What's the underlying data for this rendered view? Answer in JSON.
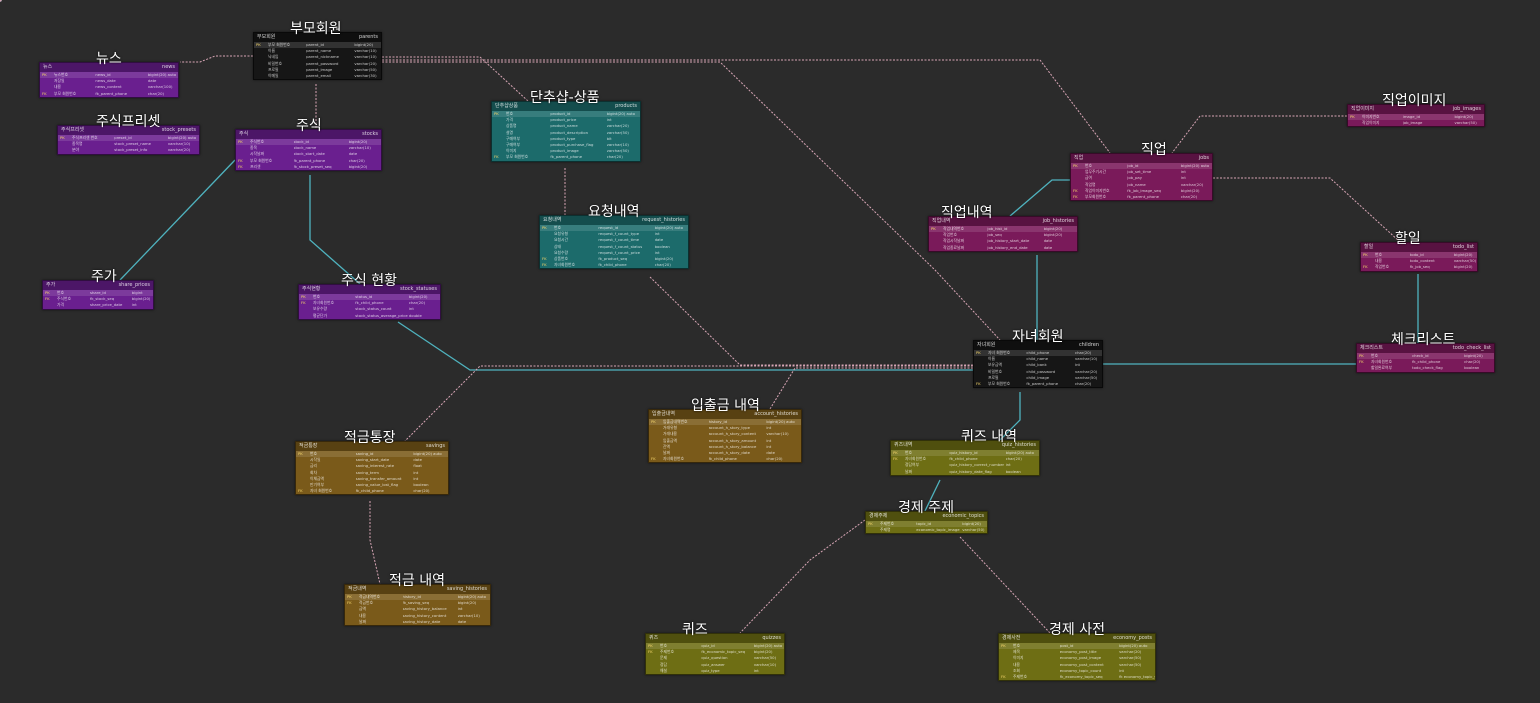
{
  "colors": {
    "background": "#2b2b2b",
    "purple": "#6a1f8f",
    "teal": "#1c6b6b",
    "magenta": "#7a1a5a",
    "black": "#161616",
    "brown": "#7a5a1a",
    "olive": "#6e6e14",
    "link_cyan": "#4fb3bf",
    "link_pink": "#d8a6b6"
  },
  "tables": [
    {
      "id": "parents",
      "title": "부모회원",
      "physical": "parents",
      "tag": "부모회원",
      "color": "black",
      "rows": [
        {
          "key": "PK",
          "name": "부모 회원번호",
          "col": "parent_id",
          "type": "bigint(20)"
        },
        {
          "key": "",
          "name": "이름",
          "col": "parent_name",
          "type": "varchar(10)"
        },
        {
          "key": "",
          "name": "닉네임",
          "col": "parent_nickname",
          "type": "varchar(10)"
        },
        {
          "key": "",
          "name": "비밀번호",
          "col": "parent_password",
          "type": "varchar(20)"
        },
        {
          "key": "",
          "name": "프로필",
          "col": "parent_image",
          "type": "varchar(50)"
        },
        {
          "key": "",
          "name": "이메일",
          "col": "parent_email",
          "type": "varchar(30)"
        }
      ]
    },
    {
      "id": "news",
      "title": "뉴스",
      "physical": "news",
      "tag": "뉴스",
      "color": "purple",
      "rows": [
        {
          "key": "PK",
          "name": "뉴스번호",
          "col": "news_id",
          "type": "bigint(20) auto"
        },
        {
          "key": "",
          "name": "저장일",
          "col": "news_date",
          "type": "date"
        },
        {
          "key": "",
          "name": "내용",
          "col": "news_content",
          "type": "varchar(100)"
        },
        {
          "key": "FK",
          "name": "부모 회원번호",
          "col": "fk_parent_phone",
          "type": "char(20)"
        }
      ]
    },
    {
      "id": "stock_presets",
      "title": "주식프리셋",
      "physical": "stock_presets",
      "tag": "주식프리셋",
      "color": "purple",
      "rows": [
        {
          "key": "PK",
          "name": "주식프리셋 번호",
          "col": "preset_id",
          "type": "bigint(20) auto"
        },
        {
          "key": "",
          "name": "종목명",
          "col": "stock_preset_name",
          "type": "varchar(10)"
        },
        {
          "key": "",
          "name": "분야",
          "col": "stock_preset_info",
          "type": "varchar(20)"
        }
      ]
    },
    {
      "id": "stocks",
      "title": "주식",
      "physical": "stocks",
      "tag": "주식",
      "color": "purple",
      "rows": [
        {
          "key": "PK",
          "name": "주식번호",
          "col": "stock_id",
          "type": "bigint(20)"
        },
        {
          "key": "",
          "name": "종목",
          "col": "stock_name",
          "type": "varchar(10)"
        },
        {
          "key": "",
          "name": "시작날짜",
          "col": "stock_start_date",
          "type": "date"
        },
        {
          "key": "FK",
          "name": "부모 회원번호",
          "col": "fk_parent_phone",
          "type": "char(20)"
        },
        {
          "key": "FK",
          "name": "프리셋",
          "col": "fk_stock_preset_seq",
          "type": "bigint(20)"
        }
      ]
    },
    {
      "id": "share_prices",
      "title": "주가",
      "physical": "share_prices",
      "tag": "주가",
      "color": "purple",
      "rows": [
        {
          "key": "PK",
          "name": "번호",
          "col": "share_id",
          "type": "bigint"
        },
        {
          "key": "FK",
          "name": "주식번호",
          "col": "fk_stock_seq",
          "type": "bigint(20)"
        },
        {
          "key": "",
          "name": "가격",
          "col": "share_price_date",
          "type": "int"
        }
      ]
    },
    {
      "id": "stock_statuses",
      "title": "주식 현황",
      "physical": "stock_statuses",
      "tag": "주식현황",
      "color": "purple",
      "rows": [
        {
          "key": "PK",
          "name": "번호",
          "col": "status_id",
          "type": "bigint(20)"
        },
        {
          "key": "FK",
          "name": "자녀회원번호",
          "col": "fk_child_phone",
          "type": "char(20)"
        },
        {
          "key": "",
          "name": "보유수량",
          "col": "stock_status_count",
          "type": "int"
        },
        {
          "key": "",
          "name": "평균단가",
          "col": "stock_status_average_price",
          "type": "double"
        }
      ]
    },
    {
      "id": "products",
      "title": "단추샵-상품",
      "physical": "products",
      "tag": "단추샵상품",
      "color": "teal",
      "rows": [
        {
          "key": "PK",
          "name": "번호",
          "col": "product_id",
          "type": "bigint(20) auto"
        },
        {
          "key": "",
          "name": "가격",
          "col": "product_price",
          "type": "int"
        },
        {
          "key": "",
          "name": "상품명",
          "col": "product_name",
          "type": "varchar(20)"
        },
        {
          "key": "",
          "name": "설명",
          "col": "product_description",
          "type": "varchar(50)"
        },
        {
          "key": "",
          "name": "구매여부",
          "col": "product_type",
          "type": "bit"
        },
        {
          "key": "",
          "name": "구매여부",
          "col": "product_purchase_flag",
          "type": "varchar(10)"
        },
        {
          "key": "",
          "name": "이미지",
          "col": "product_image",
          "type": "varchar(50)"
        },
        {
          "key": "FK",
          "name": "부모 회원번호",
          "col": "fk_parent_phone",
          "type": "char(20)"
        }
      ]
    },
    {
      "id": "request_histories",
      "title": "요청내역",
      "physical": "request_histories",
      "tag": "요청내역",
      "color": "teal",
      "rows": [
        {
          "key": "PK",
          "name": "번호",
          "col": "request_id",
          "type": "bigint(20) auto"
        },
        {
          "key": "",
          "name": "요청유형",
          "col": "request_f_count_type",
          "type": "int"
        },
        {
          "key": "",
          "name": "요청시간",
          "col": "request_f_count_time",
          "type": "date"
        },
        {
          "key": "",
          "name": "상태",
          "col": "request_f_count_status",
          "type": "boolean"
        },
        {
          "key": "",
          "name": "요청수량",
          "col": "request_f_count_price",
          "type": "int"
        },
        {
          "key": "FK",
          "name": "상품번호",
          "col": "fk_product_seq",
          "type": "bigint(20)"
        },
        {
          "key": "FK",
          "name": "자녀회원번호",
          "col": "fk_child_phone",
          "type": "char(20)"
        }
      ]
    },
    {
      "id": "job_images",
      "title": "직업이미지",
      "physical": "job_images",
      "tag": "직업이미지",
      "color": "magenta",
      "rows": [
        {
          "key": "PK",
          "name": "이미지번호",
          "col": "image_id",
          "type": "bigint(20)"
        },
        {
          "key": "",
          "name": "직업이미지",
          "col": "job_image",
          "type": "varchar(50)"
        }
      ]
    },
    {
      "id": "jobs",
      "title": "직업",
      "physical": "jobs",
      "tag": "직업",
      "color": "magenta",
      "rows": [
        {
          "key": "PK",
          "name": "번호",
          "col": "job_id",
          "type": "bigint(20) auto"
        },
        {
          "key": "",
          "name": "업무주기시간",
          "col": "job_set_time",
          "type": "int"
        },
        {
          "key": "",
          "name": "급여",
          "col": "job_pay",
          "type": "int"
        },
        {
          "key": "",
          "name": "직업명",
          "col": "job_name",
          "type": "varchar(20)"
        },
        {
          "key": "FK",
          "name": "직업이미지번호",
          "col": "fk_job_image_seq",
          "type": "bigint(20)"
        },
        {
          "key": "FK",
          "name": "부모회원번호",
          "col": "fk_parent_phone",
          "type": "char(20)"
        }
      ]
    },
    {
      "id": "job_histories",
      "title": "직업내역",
      "physical": "job_histories",
      "tag": "직업내역",
      "color": "magenta",
      "rows": [
        {
          "key": "PK",
          "name": "직업내역번호",
          "col": "job_hist_id",
          "type": "bigint(20)"
        },
        {
          "key": "",
          "name": "직업번호",
          "col": "job_seq",
          "type": "bigint(20)"
        },
        {
          "key": "",
          "name": "직업시작날짜",
          "col": "job_history_start_date",
          "type": "date"
        },
        {
          "key": "",
          "name": "직업종료날짜",
          "col": "job_history_end_date",
          "type": "date"
        }
      ]
    },
    {
      "id": "todo_list",
      "title": "할일",
      "physical": "todo_list",
      "tag": "할일",
      "color": "magenta",
      "rows": [
        {
          "key": "PK",
          "name": "번호",
          "col": "todo_id",
          "type": "bigint(20)"
        },
        {
          "key": "",
          "name": "내용",
          "col": "todo_content",
          "type": "varchar(50)"
        },
        {
          "key": "FK",
          "name": "직업번호",
          "col": "fk_job_seq",
          "type": "bigint(20)"
        }
      ]
    },
    {
      "id": "todo_check_list",
      "title": "체크리스트",
      "physical": "todo_check_list",
      "tag": "체크리스트",
      "color": "magenta",
      "rows": [
        {
          "key": "PK",
          "name": "번호",
          "col": "check_id",
          "type": "bigint(20)"
        },
        {
          "key": "FK",
          "name": "자녀회원번호",
          "col": "fk_child_phone",
          "type": "char(20)"
        },
        {
          "key": "",
          "name": "할일완료여부",
          "col": "todo_check_flag",
          "type": "boolean"
        }
      ]
    },
    {
      "id": "children",
      "title": "자녀회원",
      "physical": "children",
      "tag": "자녀회원",
      "color": "black",
      "rows": [
        {
          "key": "PK",
          "name": "자녀 회원번호",
          "col": "child_phone",
          "type": "char(20)"
        },
        {
          "key": "",
          "name": "이름",
          "col": "child_name",
          "type": "varchar(10)"
        },
        {
          "key": "",
          "name": "보유금액",
          "col": "child_bank",
          "type": "int"
        },
        {
          "key": "",
          "name": "비밀번호",
          "col": "child_password",
          "type": "varchar(20)"
        },
        {
          "key": "",
          "name": "프로필",
          "col": "child_image",
          "type": "varchar(50)"
        },
        {
          "key": "FK",
          "name": "부모 회원번호",
          "col": "fk_parent_phone",
          "type": "char(20)"
        }
      ]
    },
    {
      "id": "savings",
      "title": "적금통장",
      "physical": "savings",
      "tag": "적금통장",
      "color": "brown",
      "rows": [
        {
          "key": "PK",
          "name": "번호",
          "col": "saving_id",
          "type": "bigint(20) auto"
        },
        {
          "key": "",
          "name": "시작일",
          "col": "saving_start_date",
          "type": "date"
        },
        {
          "key": "",
          "name": "금리",
          "col": "saving_interest_rate",
          "type": "float"
        },
        {
          "key": "",
          "name": "회차",
          "col": "saving_term",
          "type": "int"
        },
        {
          "key": "",
          "name": "이체금액",
          "col": "saving_transfer_amount",
          "type": "int"
        },
        {
          "key": "",
          "name": "만기여부",
          "col": "saving_value_lost_flag",
          "type": "boolean"
        },
        {
          "key": "FK",
          "name": "자녀 회원번호",
          "col": "fk_child_phone",
          "type": "char(20)"
        }
      ]
    },
    {
      "id": "saving_histories",
      "title": "적금 내역",
      "physical": "saving_histories",
      "tag": "적금내역",
      "color": "brown",
      "rows": [
        {
          "key": "PK",
          "name": "적금내역번호",
          "col": "history_id",
          "type": "bigint(20) auto"
        },
        {
          "key": "FK",
          "name": "적금번호",
          "col": "fk_saving_seq",
          "type": "bigint(20)"
        },
        {
          "key": "",
          "name": "금액",
          "col": "saving_history_balance",
          "type": "int"
        },
        {
          "key": "",
          "name": "내용",
          "col": "saving_history_content",
          "type": "varchar(10)"
        },
        {
          "key": "",
          "name": "날짜",
          "col": "saving_history_date",
          "type": "date"
        }
      ]
    },
    {
      "id": "account_histories",
      "title": "입출금 내역",
      "physical": "account_histories",
      "tag": "입출금내역",
      "color": "brown",
      "rows": [
        {
          "key": "PK",
          "name": "입출금내역번호",
          "col": "history_id",
          "type": "bigint(20) auto"
        },
        {
          "key": "",
          "name": "거래유형",
          "col": "account_h_story_type",
          "type": "int"
        },
        {
          "key": "",
          "name": "거래내용",
          "col": "account_h_story_content",
          "type": "varchar(10)"
        },
        {
          "key": "",
          "name": "입출금액",
          "col": "account_h_story_amount",
          "type": "int"
        },
        {
          "key": "",
          "name": "잔액",
          "col": "account_h_story_balance",
          "type": "int"
        },
        {
          "key": "",
          "name": "날짜",
          "col": "account_h_story_date",
          "type": "date"
        },
        {
          "key": "FK",
          "name": "자녀회원번호",
          "col": "fk_child_phone",
          "type": "char(20)"
        }
      ]
    },
    {
      "id": "quiz_histories",
      "title": "퀴즈 내역",
      "physical": "quiz_histories",
      "tag": "퀴즈내역",
      "color": "olive",
      "rows": [
        {
          "key": "PK",
          "name": "번호",
          "col": "quiz_history_id",
          "type": "bigint(20) auto"
        },
        {
          "key": "FK",
          "name": "자녀회원번호",
          "col": "fk_child_phone",
          "type": "char(20)"
        },
        {
          "key": "",
          "name": "정답여부",
          "col": "quiz_history_correct_number",
          "type": "int"
        },
        {
          "key": "",
          "name": "날짜",
          "col": "quiz_history_date_flag",
          "type": "boolean"
        }
      ]
    },
    {
      "id": "economic_topics",
      "title": "경제 주제",
      "physical": "economic_topics",
      "tag": "경제주제",
      "color": "olive",
      "rows": [
        {
          "key": "PK",
          "name": "주제번호",
          "col": "topic_id",
          "type": "bigint(20)"
        },
        {
          "key": "",
          "name": "주제명",
          "col": "economic_topic_image",
          "type": "varchar(50)"
        }
      ]
    },
    {
      "id": "quizzes",
      "title": "퀴즈",
      "physical": "quizzes",
      "tag": "퀴즈",
      "color": "olive",
      "rows": [
        {
          "key": "PK",
          "name": "번호",
          "col": "quiz_id",
          "type": "bigint(20) auto"
        },
        {
          "key": "FK",
          "name": "주제번호",
          "col": "fk_economic_topic_seq",
          "type": "bigint(20)"
        },
        {
          "key": "",
          "name": "문제",
          "col": "quiz_question",
          "type": "varchar(50)"
        },
        {
          "key": "",
          "name": "정답",
          "col": "quiz_answer",
          "type": "varchar(10)"
        },
        {
          "key": "",
          "name": "해설",
          "col": "quiz_type",
          "type": "int"
        }
      ]
    },
    {
      "id": "economy_posts",
      "title": "경제 사전",
      "physical": "economy_posts",
      "tag": "경제사전",
      "color": "olive",
      "rows": [
        {
          "key": "PK",
          "name": "번호",
          "col": "post_id",
          "type": "bigint(20) auto"
        },
        {
          "key": "",
          "name": "제목",
          "col": "economy_post_title",
          "type": "varchar(20)"
        },
        {
          "key": "",
          "name": "이미지",
          "col": "economy_post_image",
          "type": "varchar(50)"
        },
        {
          "key": "",
          "name": "내용",
          "col": "economy_post_content",
          "type": "varchar(50)"
        },
        {
          "key": "",
          "name": "조회",
          "col": "economy_topic_count",
          "type": "int"
        },
        {
          "key": "FK",
          "name": "주제번호",
          "col": "fk_economy_topic_seq",
          "type": "fk economy_topic_seq"
        }
      ]
    }
  ]
}
